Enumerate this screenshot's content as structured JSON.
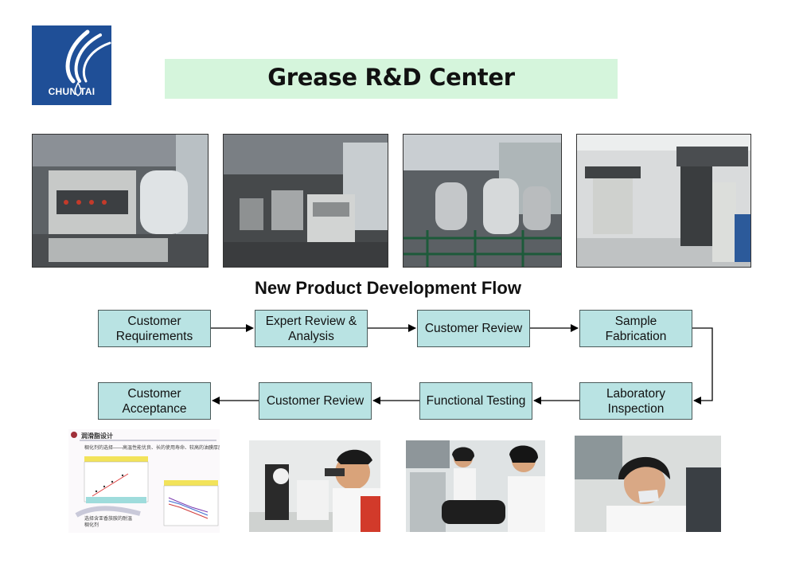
{
  "logo": {
    "text": "CHUN TAI",
    "colors": {
      "background": "#1f4f97",
      "mark": "#ffffff"
    }
  },
  "header": {
    "title": "Grease R&D Center",
    "bar_color": "#d5f5dc"
  },
  "photos_top": [
    {
      "name": "mixing-kettle-photo"
    },
    {
      "name": "reactor-line-photo"
    },
    {
      "name": "production-plant-photo"
    },
    {
      "name": "lab-instruments-photo"
    }
  ],
  "flow": {
    "title": "New Product Development Flow",
    "box_color": "#b9e3e3",
    "steps": [
      {
        "label": "Customer Requirements"
      },
      {
        "label": "Expert Review & Analysis"
      },
      {
        "label": "Customer Review"
      },
      {
        "label": "Sample Fabrication"
      },
      {
        "label": "Laboratory Inspection"
      },
      {
        "label": "Functional Testing"
      },
      {
        "label": "Customer Review"
      },
      {
        "label": "Customer Acceptance"
      }
    ]
  },
  "bottom_images": {
    "design_doc": {
      "heading": "润滑脂设计",
      "subtitle": "稠化剂的选择——高温性能优良、长的使用寿命、较高的油膜厚度",
      "footer": "选择含亚香族胺的耐温稠化剂"
    },
    "photos": [
      {
        "name": "microscope-photo"
      },
      {
        "name": "testing-equipment-photo"
      },
      {
        "name": "lab-technician-photo"
      }
    ]
  }
}
